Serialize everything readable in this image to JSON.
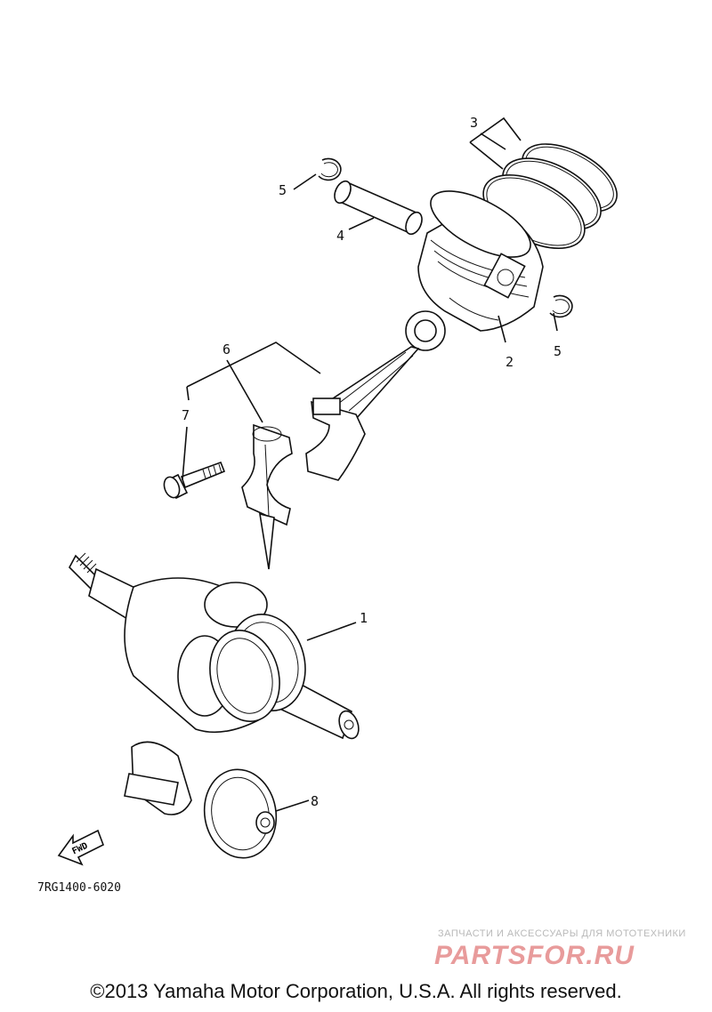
{
  "diagram": {
    "callouts": {
      "c1": "1",
      "c2": "2",
      "c3": "3",
      "c4": "4",
      "c5a": "5",
      "c5b": "5",
      "c6": "6",
      "c7": "7",
      "c8": "8"
    },
    "drawing_code": "7RG1400-6020",
    "fwd_arrow_label": "FWD"
  },
  "watermark": {
    "tagline": "ЗАПЧАСТИ И АКСЕССУАРЫ ДЛЯ МОТОТЕХНИКИ",
    "logo": "PARTSFOR.RU"
  },
  "footer": {
    "copyright": "©2013 Yamaha Motor Corporation, U.S.A. All rights reserved."
  }
}
